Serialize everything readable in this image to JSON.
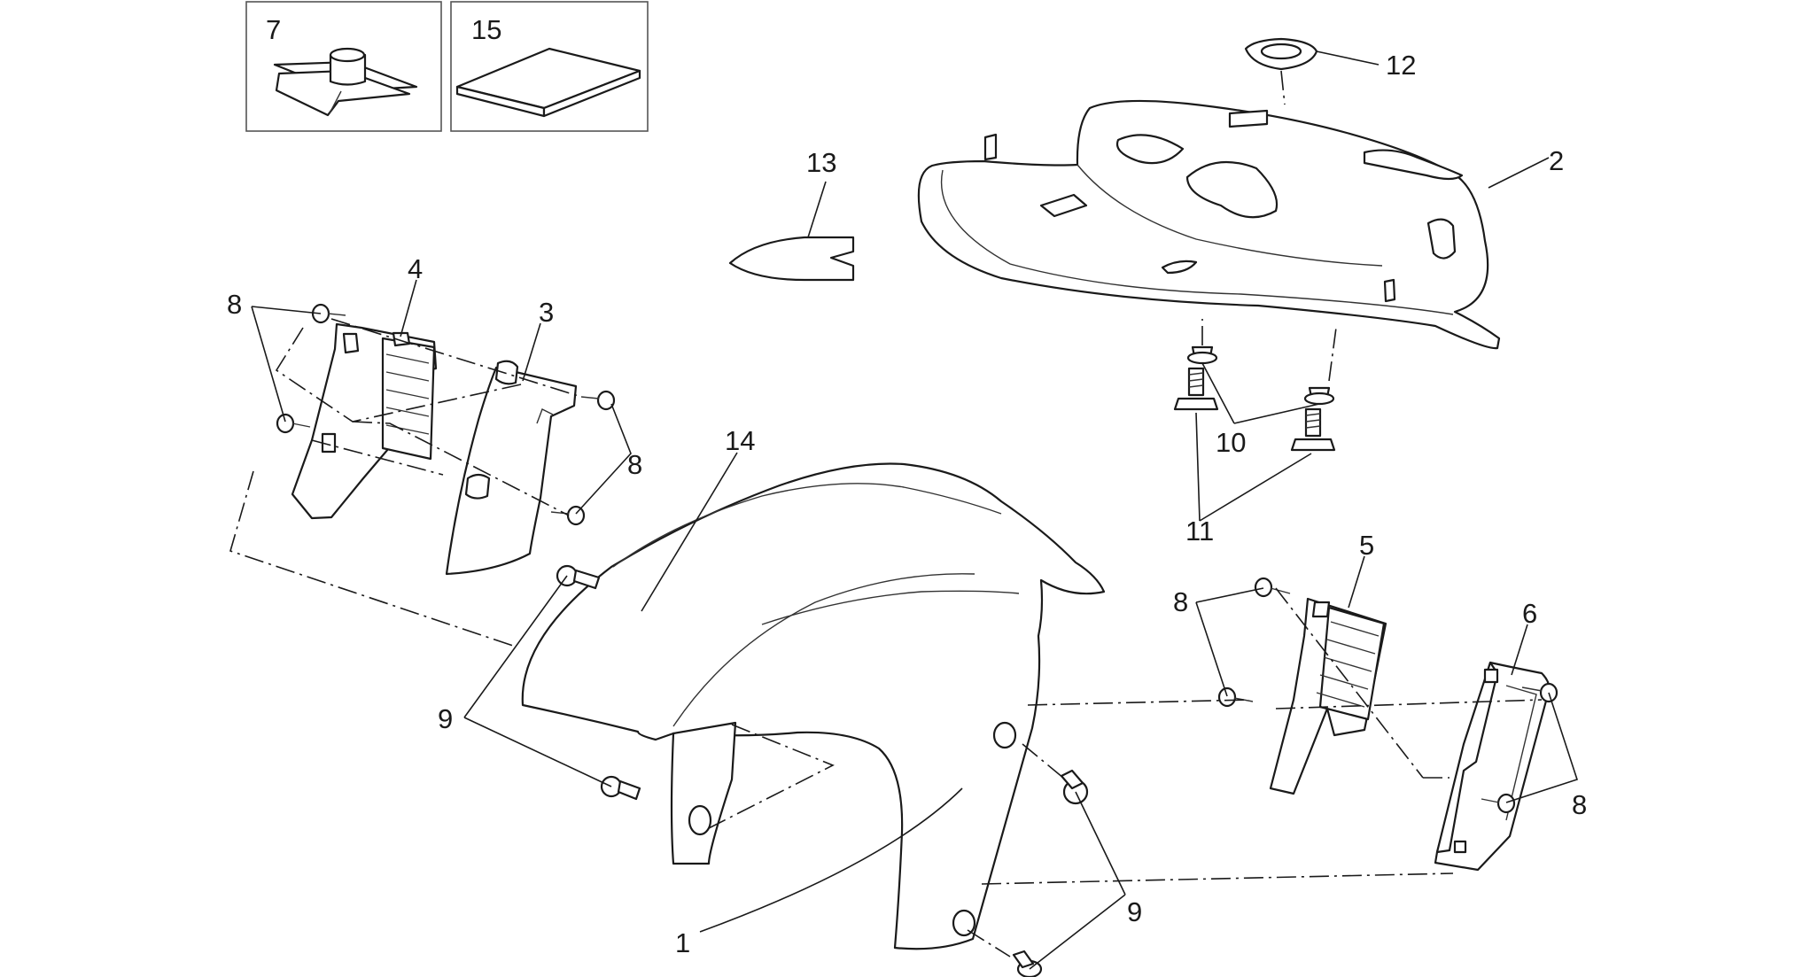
{
  "callouts": {
    "c1": "1",
    "c2": "2",
    "c3": "3",
    "c4": "4",
    "c5": "5",
    "c6": "6",
    "c7": "7",
    "c8a": "8",
    "c8b": "8",
    "c8c": "8",
    "c8d": "8",
    "c9a": "9",
    "c9b": "9",
    "c10": "10",
    "c11": "11",
    "c12": "12",
    "c13": "13",
    "c14": "14",
    "c15": "15"
  }
}
